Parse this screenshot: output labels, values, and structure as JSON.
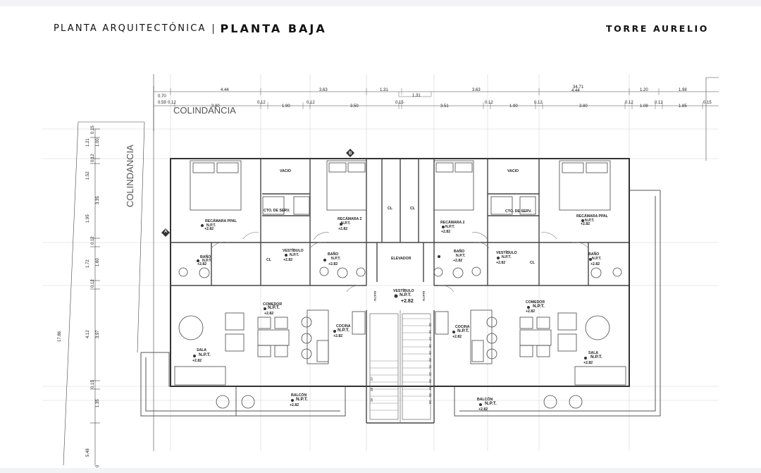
{
  "header": {
    "subtitle": "PLANTA ARQUITECTÓNICA",
    "separator": "|",
    "title": "PLANTA BAJA",
    "project": "TORRE AURELIO"
  },
  "boundaries": {
    "top": "COLINDANCIA",
    "left": "COLINDANCIA"
  },
  "dims_top_row1": [
    "4.44",
    "3.63",
    "1.31",
    "1.31",
    "3.63",
    "34.71",
    "4.44",
    "1.20",
    "1.98"
  ],
  "dims_top_row2": [
    "0.70",
    "0.59",
    "0.12",
    "3.80",
    "0.12",
    "1.90",
    "0.12",
    "3.50",
    "0.15",
    "3.51",
    "0.12",
    "1.90",
    "0.12",
    "3.80",
    "0.12",
    "1.08",
    "0.12",
    "1.85",
    "0.15"
  ],
  "dims_left_inner": [
    "0.15",
    "1.00",
    "0.12",
    "1.52",
    "0.12",
    "1.60",
    "0.12",
    "3.97",
    "0.15",
    "1.35"
  ],
  "dims_left_outer": [
    "1.21",
    "3.35",
    "1.95",
    "1.72",
    "4.12",
    "17.86",
    "5.48",
    "0"
  ],
  "npt": "N.P.T.",
  "level": "+2.82",
  "rooms": {
    "recamara_ppal": "RECÁMARA PPAL",
    "recamara_2": "RECÁMARA 2",
    "vacio": "VACIO",
    "cto_serv": "CTO. DE SERV.",
    "cl": "CL",
    "bano": "BAÑO",
    "vestibulo": "VESTÍBULO",
    "elevador": "ELEVADOR",
    "comedor": "COMEDOR",
    "cocina": "COCINA",
    "sala": "SALA",
    "balcon": "BALCÓN",
    "ducto": "DUCTO"
  },
  "markers": {
    "a": "A",
    "b": "B"
  },
  "stair_steps": [
    "15",
    "16",
    "17",
    "18",
    "19",
    "20",
    "21",
    "22",
    "23",
    "24",
    "25",
    "26",
    "27",
    "28",
    "29"
  ]
}
